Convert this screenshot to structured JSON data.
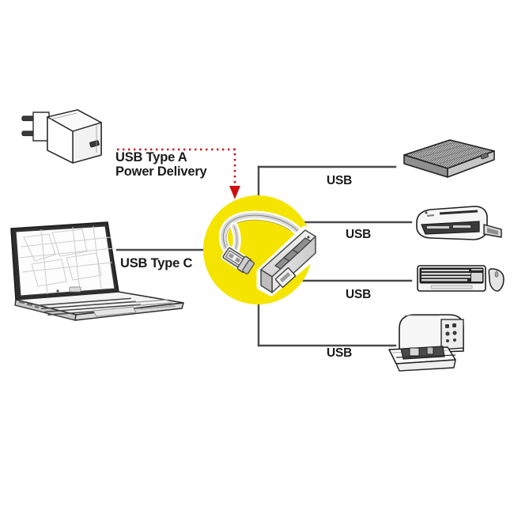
{
  "diagram": {
    "title": "USB Type C hub connection diagram",
    "background_color": "#ffffff",
    "highlight_circle_color": "#F5E400",
    "line_color": "#4a4a4a",
    "power_line_color": "#CC1111",
    "text_color": "#1a1a1a"
  },
  "labels": {
    "power_delivery_line1": "USB Type A",
    "power_delivery_line2": "Power Delivery",
    "type_c": "USB Type C",
    "usb_1": "USB",
    "usb_2": "USB",
    "usb_3": "USB",
    "usb_4": "USB"
  },
  "devices": {
    "power_adapter": "power-adapter",
    "laptop": "laptop",
    "hub": "usb-hub",
    "external_hdd": "external-hard-drive",
    "card_reader": "usb-card-reader",
    "keyboard_mouse": "keyboard-and-mouse",
    "printer": "inkjet-printer"
  }
}
